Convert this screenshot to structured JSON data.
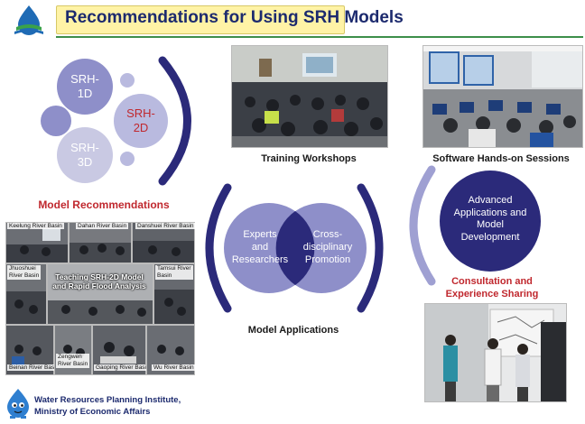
{
  "header": {
    "title": "Recommendations for Using SRH Models"
  },
  "model_circles": {
    "srh1d": "SRH-\n1D",
    "srh2d": "SRH-\n2D",
    "srh3d": "SRH-\n3D",
    "caption": "Model Recommendations"
  },
  "training": {
    "caption": "Training Workshops"
  },
  "handson": {
    "caption": "Software Hands-on Sessions"
  },
  "advanced": {
    "text": "Advanced\nApplications and\nModel\nDevelopment",
    "caption_line1": "Consultation and",
    "caption_line2": "Experience Sharing"
  },
  "venn": {
    "left": "Experts\nand\nResearchers",
    "right": "Cross-\ndisciplinary\nPromotion",
    "caption": "Model Applications"
  },
  "collage": {
    "labels": {
      "keelung": "Keelung River Basin",
      "dahan": "Dahan River Basin",
      "danshuei": "Danshuei River Basin",
      "jhuoshuei": "Jhuoshuei\nRiver Basin",
      "tamsui": "Tamsui River\nBasin",
      "center": "Teaching SRH-2D Model\nand Rapid Flood Analysis",
      "beinan": "Beinan River Basin",
      "zengwen": "Zengwen\nRiver Basin",
      "gaoping": "Gaoping River Basin",
      "wu": "Wu River Basin"
    }
  },
  "footer": {
    "org_line1": "Water Resources Planning Institute,",
    "org_line2": "Ministry of Economic Affairs"
  },
  "colors": {
    "navy": "#2b2a7a",
    "lavender": "#8e8fc9",
    "light_lavender": "#b9badf",
    "red": "#c0282e",
    "title_bg": "#fff3a6",
    "rule_green": "#3d8f4a"
  }
}
